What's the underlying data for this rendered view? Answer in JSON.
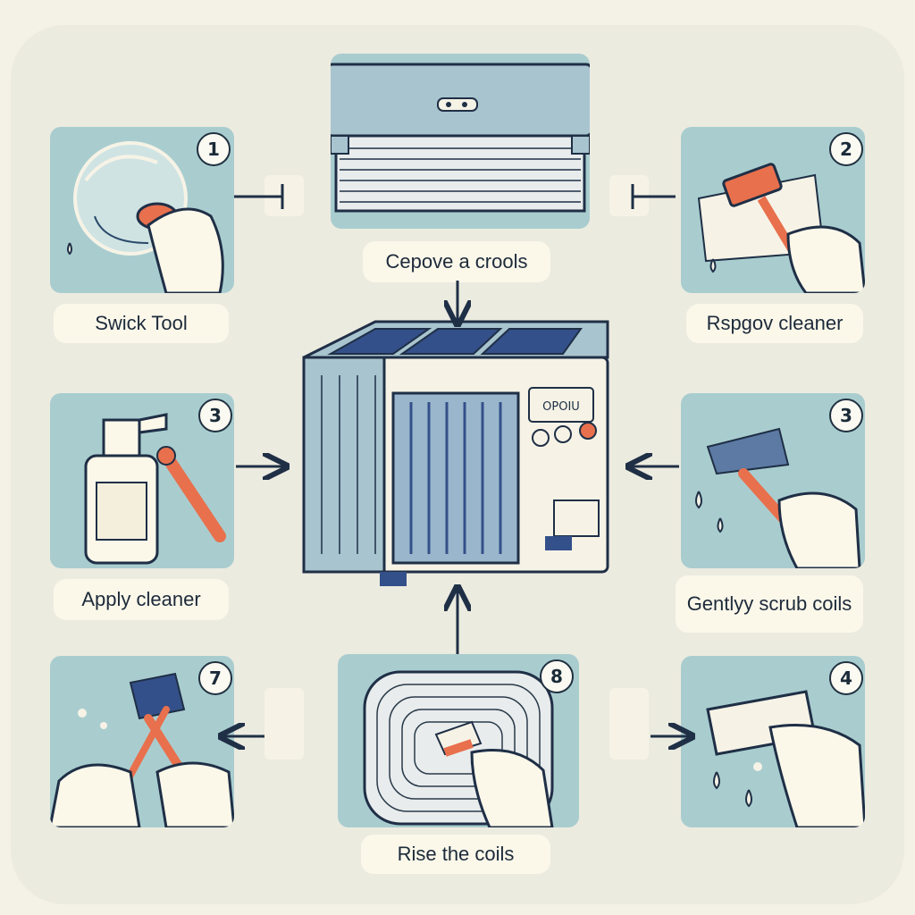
{
  "steps": [
    {
      "number": "1",
      "label": "Swick Tool"
    },
    {
      "number": "2",
      "label": "Rspgov cleaner"
    },
    {
      "number": "3",
      "label": "Apply cleaner"
    },
    {
      "number": "3",
      "label": "Gentlyy scrub coils"
    },
    {
      "number": "7",
      "label": ""
    },
    {
      "number": "8",
      "label": "Rise the coils"
    },
    {
      "number": "4",
      "label": ""
    }
  ],
  "top_label": "Cepove a crools",
  "unit_panel_text": "OPOIU",
  "colors": {
    "panel": "#a9cdcf",
    "label_bg": "#fbf8ea",
    "accent_orange": "#e8704d",
    "outline": "#1f2f46"
  }
}
